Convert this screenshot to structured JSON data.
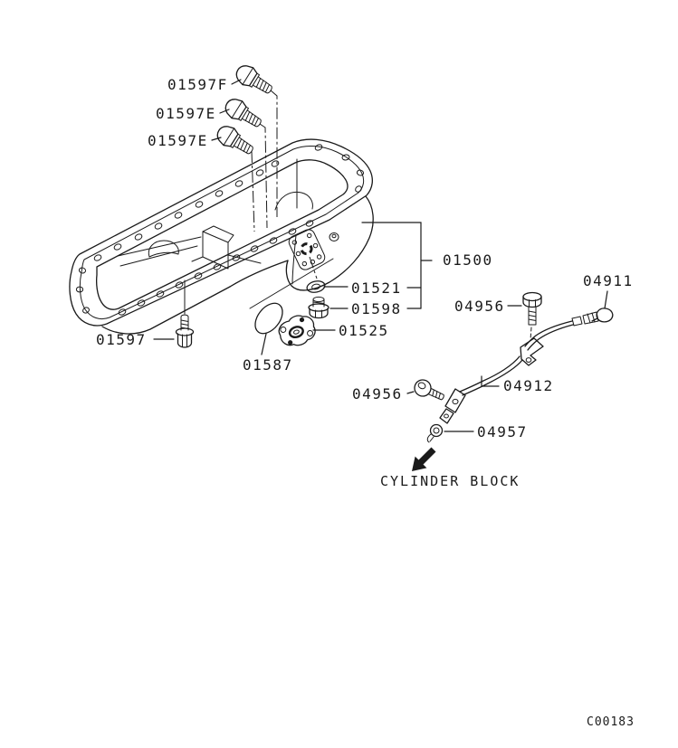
{
  "diagram": {
    "figure_code": "C00183",
    "note": "CYLINDER BLOCK",
    "callouts": {
      "bolt_top_1": "01597F",
      "bolt_top_2": "01597E",
      "bolt_top_3": "01597E",
      "oil_pan_assembly": "01500",
      "drain_plug_washer": "01521",
      "drain_plug": "01598",
      "drain_flange": "01525",
      "pan_gasket": "01587",
      "pan_bolt": "01597",
      "guide_bolt_upper": "04956",
      "oil_level_gauge": "04911",
      "gauge_guide_tube": "04912",
      "guide_bolt_lower": "04956",
      "tube_grommet": "04957"
    }
  }
}
